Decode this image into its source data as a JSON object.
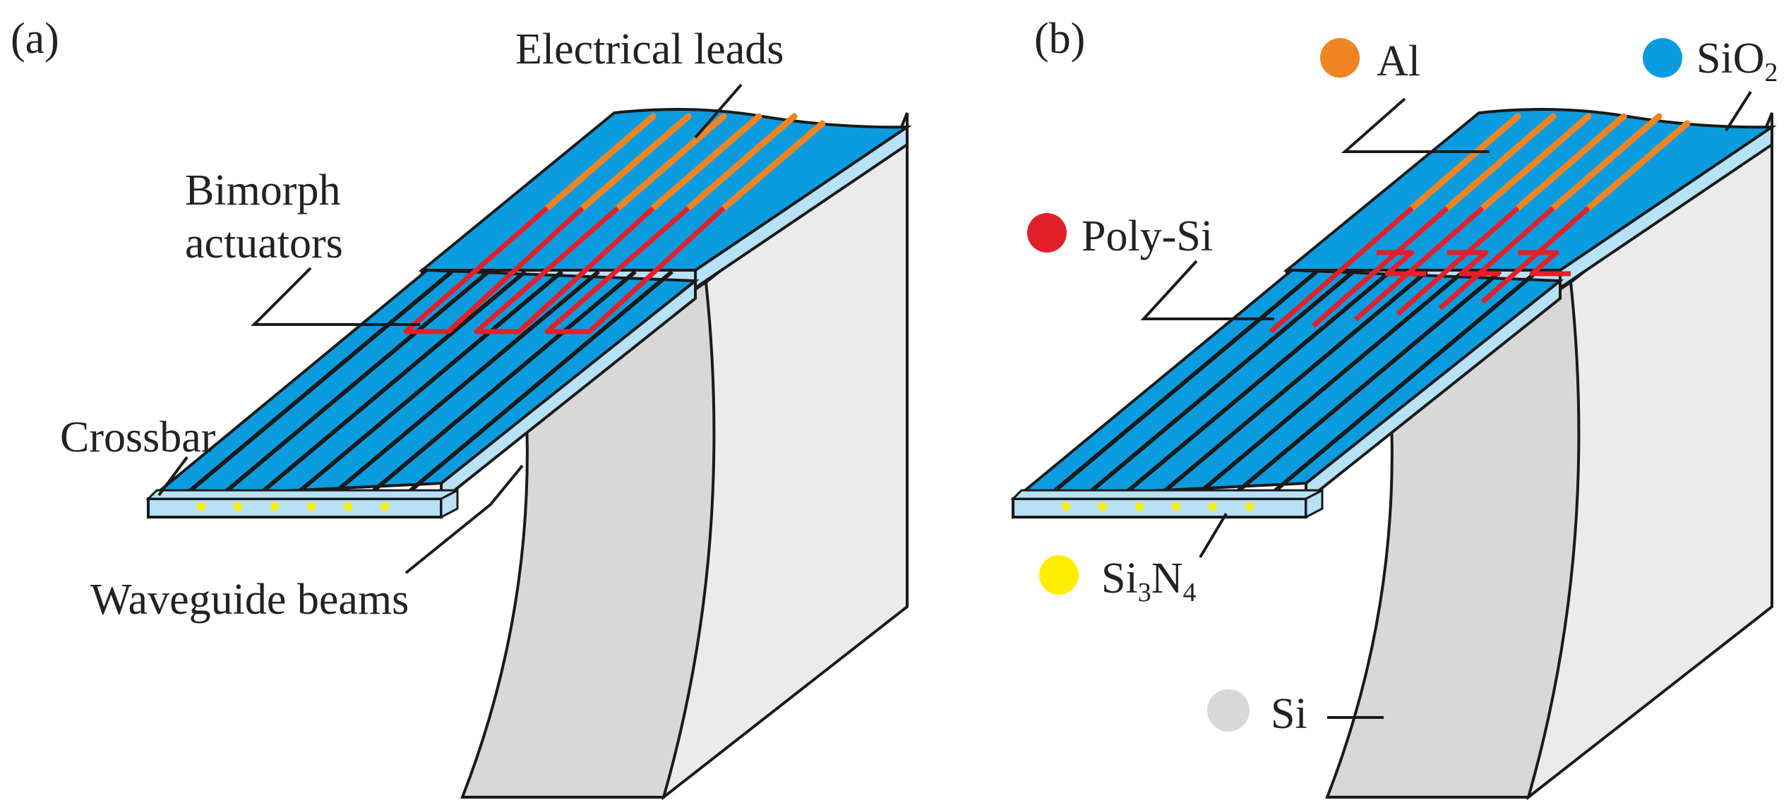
{
  "panels": [
    {
      "id": "a",
      "tag": "(a)",
      "labels": {
        "electrical_leads": "Electrical leads",
        "bimorph_line1": "Bimorph",
        "bimorph_line2": "actuators",
        "crossbar": "Crossbar",
        "waveguide_beams": "Waveguide beams"
      }
    },
    {
      "id": "b",
      "tag": "(b)",
      "legend": [
        {
          "id": "al",
          "text": "Al",
          "color": "#ee8422"
        },
        {
          "id": "sio2",
          "text": "SiO",
          "sub": "2",
          "color": "#0b9ce0"
        },
        {
          "id": "polysi",
          "text": "Poly-Si",
          "color": "#e3202a"
        },
        {
          "id": "si3n4",
          "text": "Si",
          "sub": "3",
          "text2": "N",
          "sub2": "4",
          "color": "#ffed00"
        },
        {
          "id": "si",
          "text": "Si",
          "color": "#d8d8d8"
        }
      ]
    }
  ],
  "colors": {
    "sio2_top": "#0b9ce0",
    "sio2_side": "#b6e1f6",
    "si_front": "#d8d8d8",
    "si_side": "#ebebeb",
    "al": "#ee8422",
    "polysi": "#e3202a",
    "si3n4": "#ffed00",
    "outline": "#1a1a1a"
  }
}
